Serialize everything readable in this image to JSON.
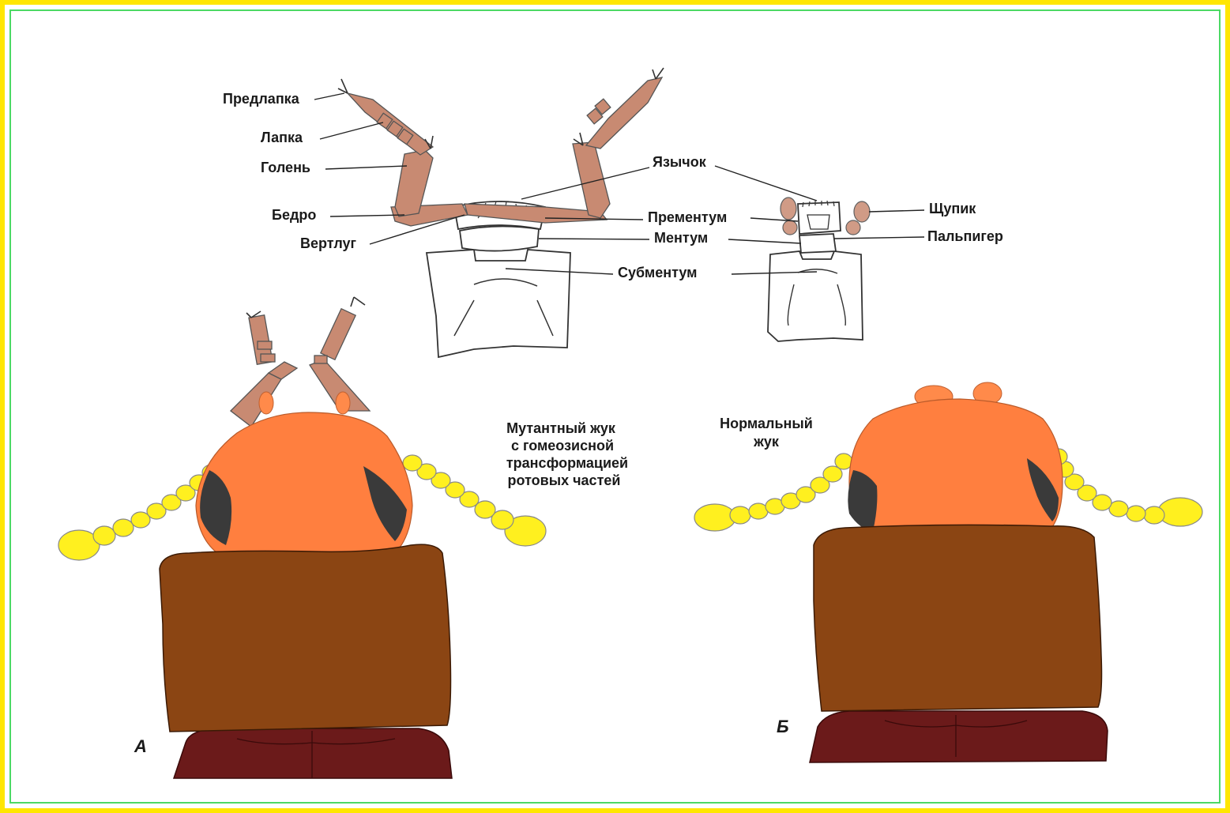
{
  "colors": {
    "frame": "#FFE600",
    "frame_inner": "#4CD964",
    "leg": "#C88A72",
    "head": "#FF7F3F",
    "antenna": "#FFF01F",
    "pronotum": "#8B4513",
    "thorax": "#6B1A1A",
    "eye": "#3a3a3a"
  },
  "labels": {
    "predlapka": "Предлапка",
    "lapka": "Лапка",
    "golen": "Голень",
    "bedro": "Бедро",
    "vertlug": "Вертлуг",
    "yazychok": "Язычок",
    "prementum": "Прементум",
    "mentum": "Ментум",
    "submentum": "Субментум",
    "shchupik": "Щупик",
    "palpiger": "Пальпигер"
  },
  "captions": {
    "mutant": [
      "Мутантный жук",
      "с  гомеозисной",
      "трансформацией",
      "ротовых частей"
    ],
    "normal": [
      "Нормальный",
      "жук"
    ]
  },
  "panels": {
    "a": "А",
    "b": "Б"
  }
}
